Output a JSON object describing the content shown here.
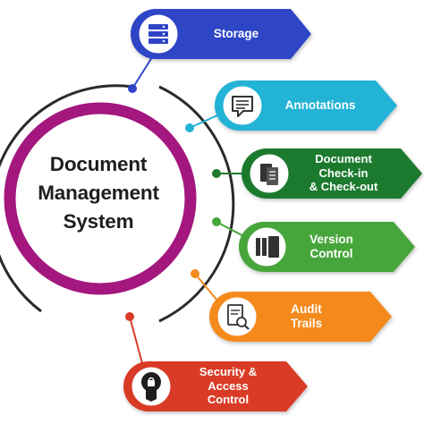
{
  "center": {
    "lines": [
      "Document",
      "Management",
      "System"
    ]
  },
  "items": [
    {
      "id": "storage",
      "lines": [
        "Storage"
      ],
      "color": "#2f45c6",
      "icon": "server-icon"
    },
    {
      "id": "annotations",
      "lines": [
        "Annotations"
      ],
      "color": "#22b3d6",
      "icon": "note-icon"
    },
    {
      "id": "checkin",
      "lines": [
        "Document",
        "Check-in",
        "& Check-out"
      ],
      "color": "#1f7a2e",
      "icon": "document-transfer-icon"
    },
    {
      "id": "version",
      "lines": [
        "Version",
        "Control"
      ],
      "color": "#46a63a",
      "icon": "stacked-pages-icon"
    },
    {
      "id": "audit",
      "lines": [
        "Audit",
        "Trails"
      ],
      "color": "#f58a1f",
      "icon": "magnifier-document-icon"
    },
    {
      "id": "security",
      "lines": [
        "Security &",
        "Access",
        "Control"
      ],
      "color": "#d93b26",
      "icon": "shield-lock-icon"
    }
  ],
  "colors": {
    "ring": "#a4177f",
    "arc": "#2a2a2a"
  }
}
